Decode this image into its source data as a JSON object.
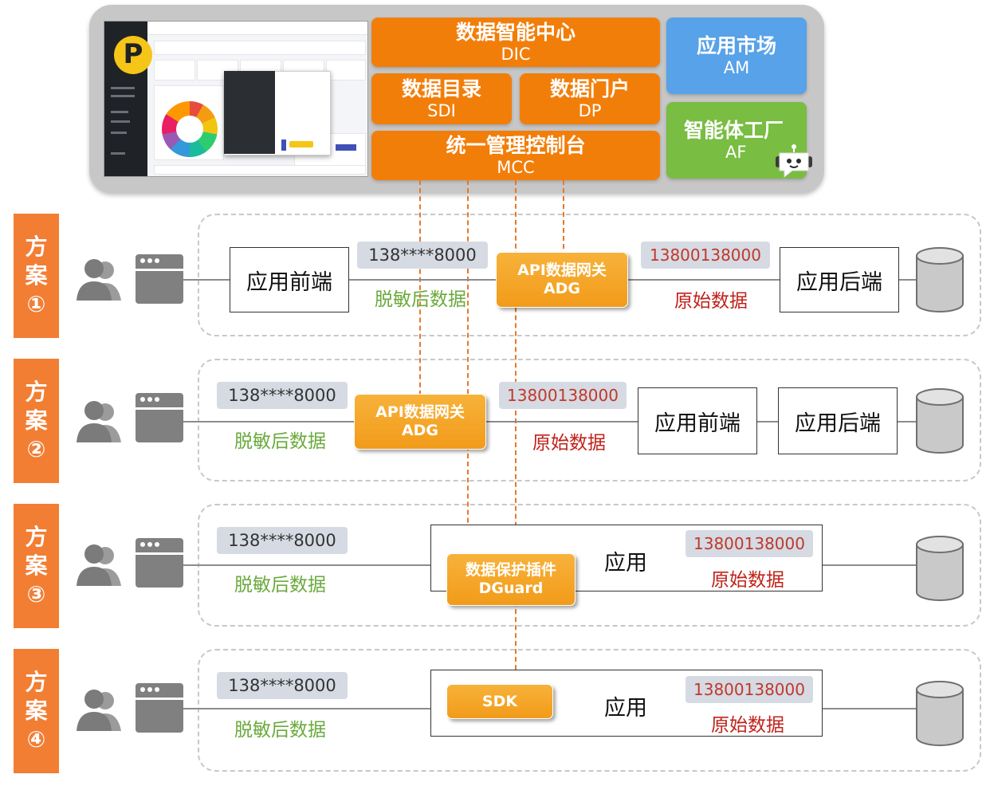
{
  "colors": {
    "orange": "#f27e0a",
    "scheme_orange": "#f27e34",
    "blue": "#57a2e8",
    "green": "#79bd42",
    "masked_green": "#6aaa3c",
    "raw_red": "#c0221a"
  },
  "platform": {
    "screenshot_logo": "P",
    "dic": {
      "cn": "数据智能中心",
      "en": "DIC"
    },
    "sdi": {
      "cn": "数据目录",
      "en": "SDI"
    },
    "dp": {
      "cn": "数据门户",
      "en": "DP"
    },
    "mcc": {
      "cn": "统一管理控制台",
      "en": "MCC"
    },
    "am": {
      "cn": "应用市场",
      "en": "AM"
    },
    "af": {
      "cn": "智能体工厂",
      "en": "AF"
    },
    "robot_icon": "robot-icon"
  },
  "schemes": [
    {
      "label": [
        "方",
        "案",
        "①"
      ]
    },
    {
      "label": [
        "方",
        "案",
        "②"
      ]
    },
    {
      "label": [
        "方",
        "案",
        "③"
      ]
    },
    {
      "label": [
        "方",
        "案",
        "④"
      ]
    }
  ],
  "row1": {
    "app_frontend": "应用前端",
    "masked_value": "138****8000",
    "masked_label": "脱敏后数据",
    "gateway": {
      "line1": "API数据网关",
      "line2": "ADG"
    },
    "raw_value": "13800138000",
    "raw_label": "原始数据",
    "app_backend": "应用后端"
  },
  "row2": {
    "masked_value": "138****8000",
    "masked_label": "脱敏后数据",
    "gateway": {
      "line1": "API数据网关",
      "line2": "ADG"
    },
    "raw_value": "13800138000",
    "raw_label": "原始数据",
    "app_frontend": "应用前端",
    "app_backend": "应用后端"
  },
  "row3": {
    "masked_value": "138****8000",
    "masked_label": "脱敏后数据",
    "plugin": {
      "line1": "数据保护插件",
      "line2": "DGuard"
    },
    "app": "应用",
    "raw_value": "13800138000",
    "raw_label": "原始数据"
  },
  "row4": {
    "masked_value": "138****8000",
    "masked_label": "脱敏后数据",
    "sdk": "SDK",
    "app": "应用",
    "raw_value": "13800138000",
    "raw_label": "原始数据"
  },
  "icons": {
    "user": "users-icon",
    "browser": "browser-window-icon",
    "database": "database-icon"
  }
}
